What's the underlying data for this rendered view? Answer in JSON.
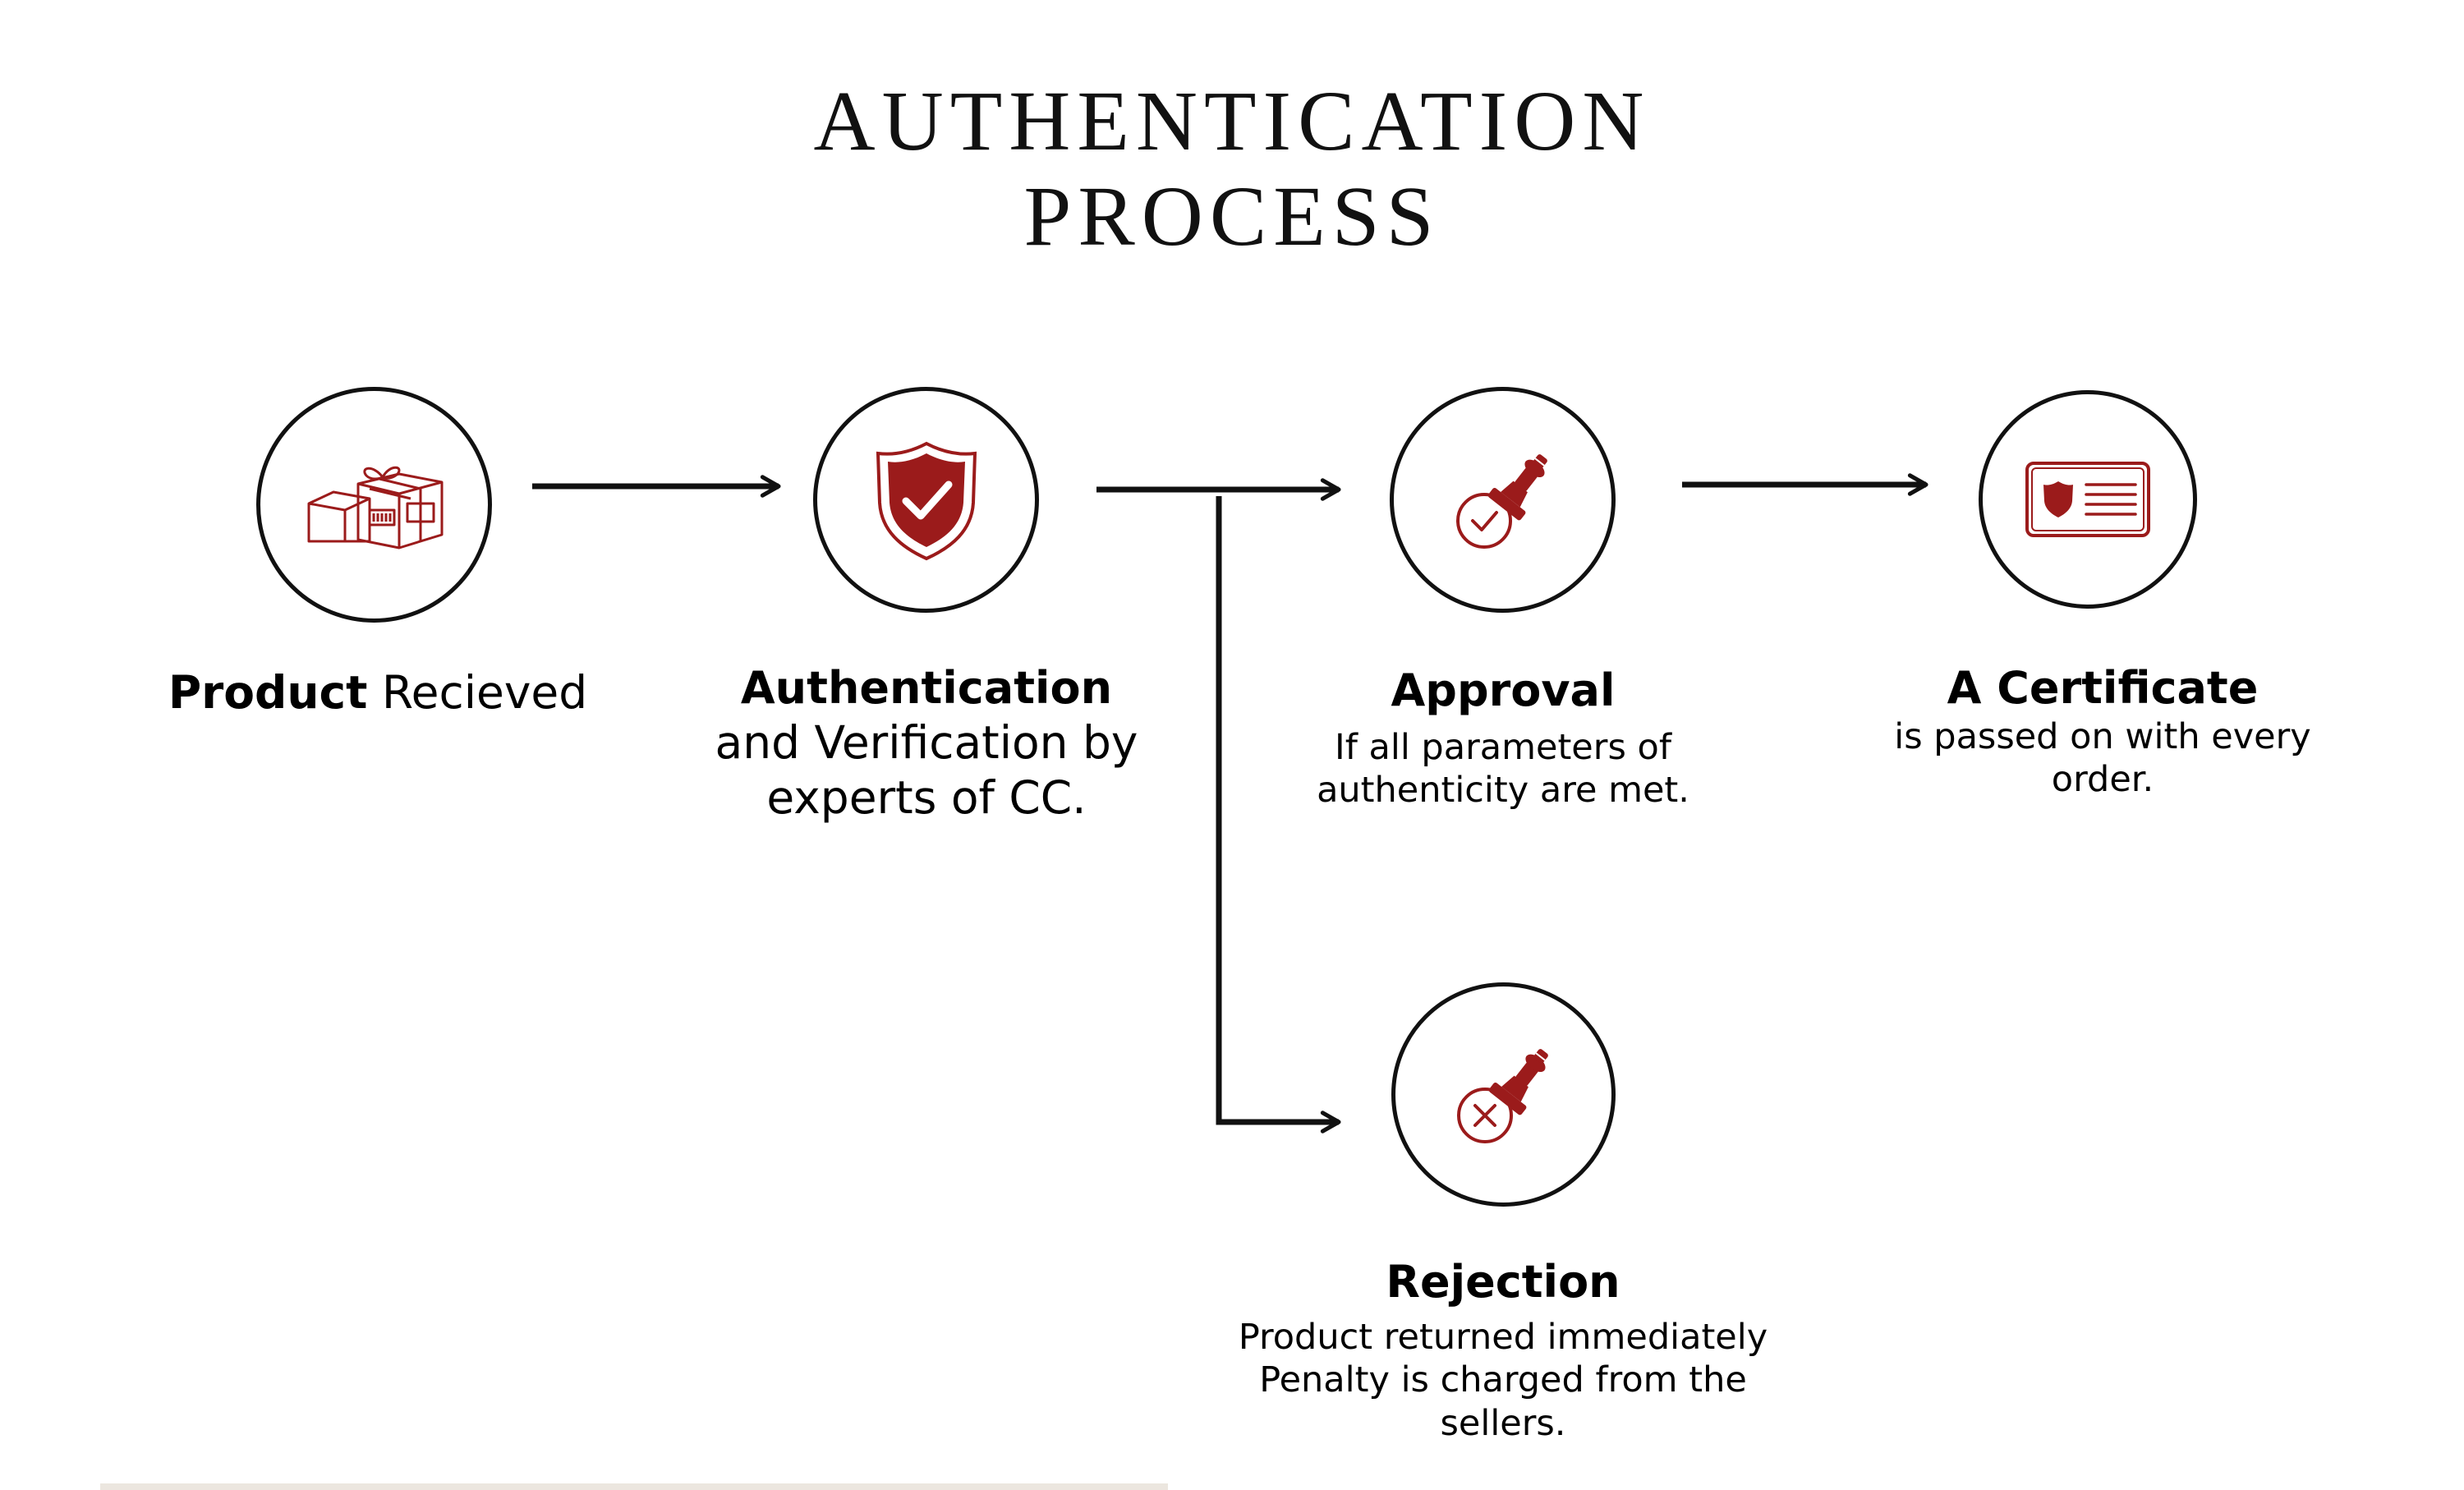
{
  "title": {
    "line1": "AUTHENTICATION",
    "line2": "PROCESS"
  },
  "colors": {
    "accent": "#9b1b1b",
    "stroke": "#111111",
    "background": "#ffffff"
  },
  "steps": [
    {
      "id": "product-received",
      "icon": "parcel-icon",
      "title_bold": "Product",
      "title_rest": " Recieved"
    },
    {
      "id": "authentication",
      "icon": "shield-check-icon",
      "title": "Authentication",
      "body": [
        "and Verification by",
        "experts of CC."
      ]
    },
    {
      "id": "approval",
      "icon": "approval-stamp-icon",
      "title": "Approval",
      "body": [
        "If all parameters of",
        "authenticity are met."
      ]
    },
    {
      "id": "certificate",
      "icon": "certificate-card-icon",
      "title": "A Certificate",
      "body": [
        "is passed on with every",
        "order."
      ]
    },
    {
      "id": "rejection",
      "icon": "rejection-stamp-icon",
      "title": "Rejection",
      "body": [
        "Product returned immediately",
        "Penalty is charged from the",
        "sellers."
      ]
    }
  ]
}
